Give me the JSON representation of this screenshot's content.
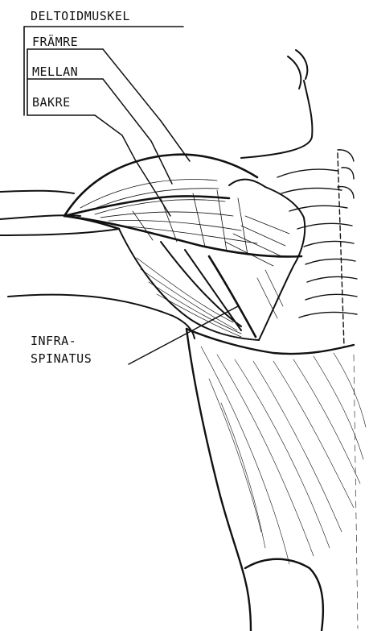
{
  "labels": {
    "deltoid": "DELTOIDMUSKEL",
    "anterior": "FRÄMRE",
    "middle": "MELLAN",
    "posterior": "BAKRE",
    "infraspinatus_line1": "INFRA-",
    "infraspinatus_line2": "SPINATUS"
  },
  "colors": {
    "ink": "#111111",
    "paper": "#ffffff"
  }
}
